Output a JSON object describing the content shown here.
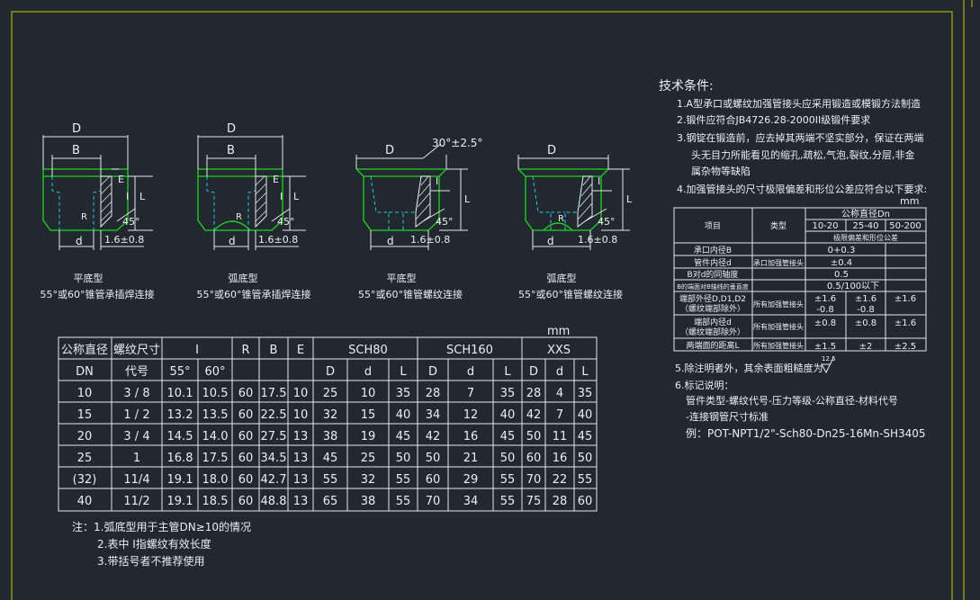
{
  "colors": {
    "background": "#212830",
    "outline": "#22d322",
    "hidden": "#22c8d8",
    "text": "#eeeeee",
    "frame": "#c8c800"
  },
  "drawings": [
    {
      "title": "平底型",
      "subtitle": "55°或60°锥管承插焊连接",
      "labels": {
        "D": "D",
        "B": "B",
        "E": "E",
        "I": "I",
        "L": "L",
        "d": "d",
        "angle": "45°",
        "tol": "1.6±0.8",
        "r": "R"
      }
    },
    {
      "title": "弧底型",
      "subtitle": "55°或60°锥管承插焊连接",
      "labels": {
        "D": "D",
        "B": "B",
        "E": "E",
        "I": "I",
        "L": "L",
        "d": "d",
        "angle": "45°",
        "tol": "1.6±0.8",
        "r": "R"
      }
    },
    {
      "title": "平底型",
      "subtitle": "55°或60°锥管螺纹连接",
      "labels": {
        "D": "D",
        "B": "30°±2.5°",
        "E": "",
        "I": "I",
        "L": "L",
        "d": "d",
        "angle": "45°",
        "tol": "1.6±0.8",
        "r": ""
      }
    },
    {
      "title": "弧底型",
      "subtitle": "55°或60°锥管螺纹连接",
      "labels": {
        "D": "D",
        "B": "",
        "E": "",
        "I": "I",
        "L": "L",
        "d": "d",
        "angle": "45°",
        "tol": "1.6±0.8",
        "r": "R"
      }
    }
  ],
  "main_table": {
    "unit": "mm",
    "h1": [
      "公称直径",
      "螺纹尺寸",
      "I",
      "R",
      "B",
      "E",
      "SCH80",
      "SCH160",
      "XXS"
    ],
    "h2": [
      "DN",
      "代号",
      "55°",
      "60°",
      "D",
      "d",
      "L",
      "D",
      "d",
      "L",
      "D",
      "d",
      "L"
    ],
    "rows": [
      [
        "10",
        "3 / 8",
        "10.1",
        "10.5",
        "60",
        "17.5",
        "10",
        "25",
        "10",
        "35",
        "28",
        "7",
        "35",
        "28",
        "4",
        "35"
      ],
      [
        "15",
        "1 / 2",
        "13.2",
        "13.5",
        "60",
        "22.5",
        "10",
        "32",
        "15",
        "40",
        "34",
        "12",
        "40",
        "42",
        "7",
        "40"
      ],
      [
        "20",
        "3 / 4",
        "14.5",
        "14.0",
        "60",
        "27.5",
        "13",
        "38",
        "19",
        "45",
        "42",
        "16",
        "45",
        "50",
        "11",
        "45"
      ],
      [
        "25",
        "1",
        "16.8",
        "17.5",
        "60",
        "34.5",
        "13",
        "45",
        "25",
        "50",
        "50",
        "21",
        "50",
        "60",
        "16",
        "50"
      ],
      [
        "(32)",
        "11/4",
        "19.1",
        "18.0",
        "60",
        "42.7",
        "13",
        "55",
        "32",
        "55",
        "60",
        "29",
        "55",
        "70",
        "22",
        "55"
      ],
      [
        "40",
        "11/2",
        "19.1",
        "18.5",
        "60",
        "48.8",
        "13",
        "65",
        "38",
        "55",
        "70",
        "34",
        "55",
        "75",
        "28",
        "60"
      ]
    ]
  },
  "notes": [
    "注：1.弧底型用于主管DN≥10的情况",
    "2.表中 I指螺纹有效长度",
    "3.带括号者不推荐使用"
  ],
  "tech": {
    "title": "技术条件:",
    "items": [
      "1.A型承口或螺纹加强管接头应采用锻造或模锻方法制造",
      "2.锻件应符合JB4726.28-2000II级锻件要求",
      "3.钢锭在锻造前，应去掉其两端不坚实部分，保证在两端",
      "头无目力所能看见的缩孔,疏松,气泡,裂纹,分层,非金",
      "属杂物等缺陷",
      "4.加强管接头的尺寸极限偏差和形位公差应符合以下要求:",
      "5.除注明者外，其余表面粗糙度为",
      "6.标记说明：",
      "管件类型-螺纹代号-压力等级-公称直径-材料代号",
      "-连接钢管尺寸标准",
      "例：POT-NPT1/2\"-Sch80-Dn25-16Mn-SH3405"
    ],
    "roughness": "12.5"
  },
  "tol_table": {
    "unit": "mm",
    "h_item": "项目",
    "h_type": "类型",
    "h_dn": "公称直径Dn",
    "h_ranges": [
      "10-20",
      "25-40",
      "50-200"
    ],
    "h_sub": "极限偏差和形位公差",
    "rows": [
      {
        "item": "承口内径B",
        "type": "",
        "vals": [
          "0+0.3",
          "",
          ""
        ]
      },
      {
        "item": "管件内径d",
        "type": "承口加强管接头",
        "vals": [
          "±0.4",
          "",
          ""
        ]
      },
      {
        "item": "B对d的同轴度",
        "type": "",
        "vals": [
          "0.5",
          "",
          ""
        ]
      },
      {
        "item": "B的端面对B轴线的垂直度",
        "type": "",
        "vals": [
          "0.5/100以下",
          "",
          ""
        ]
      },
      {
        "item": "端部外径D,D1,D2",
        "item2": "（螺纹端部除外）",
        "type": "所有加强管接头",
        "vals": [
          "±1.6",
          "±1.6",
          "±1.6"
        ],
        "vals2": [
          "-0.8",
          "-0.8",
          ""
        ]
      },
      {
        "item": "端部内径d",
        "item2": "（螺纹端部除外）",
        "type": "所有加强管接头",
        "vals": [
          "±0.8",
          "±0.8",
          "±1.6"
        ]
      },
      {
        "item": "两端面的距离L",
        "type": "所有加强管接头",
        "vals": [
          "±1.5",
          "±2",
          "±2.5"
        ]
      }
    ]
  }
}
